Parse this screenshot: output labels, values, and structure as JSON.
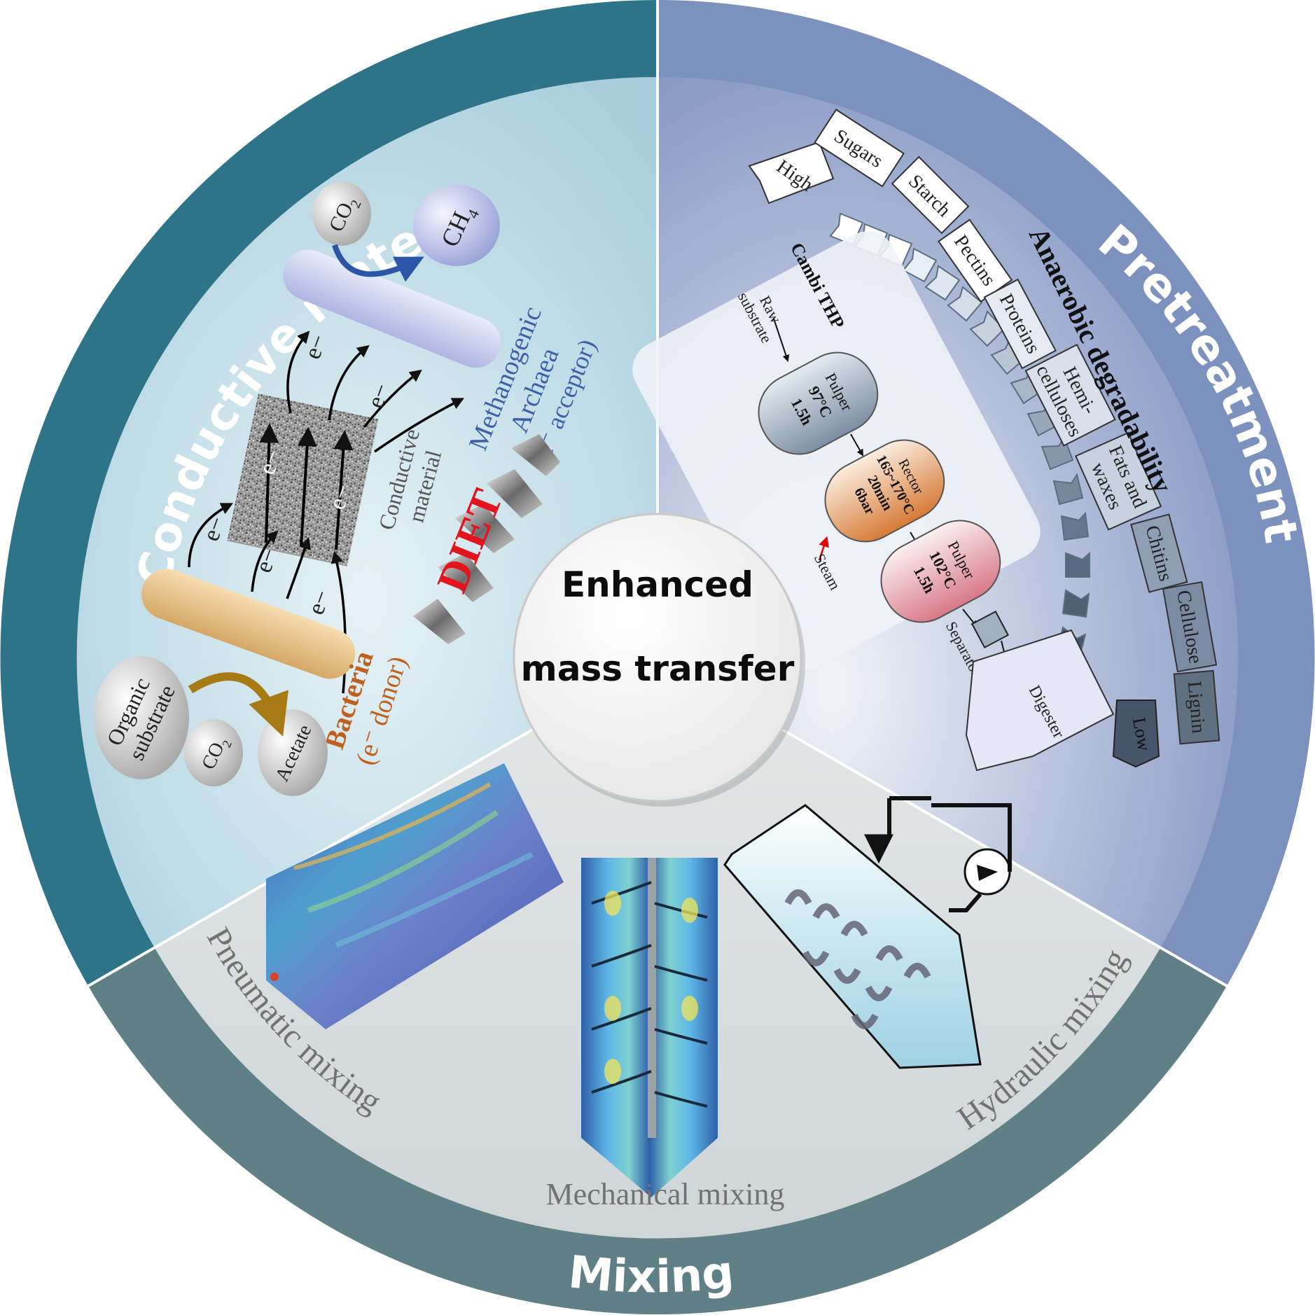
{
  "center": {
    "line1": "Enhanced",
    "line2": "mass transfer"
  },
  "sections": {
    "conductive": {
      "title": "Conductive material",
      "electron": "e−",
      "co2": "CO",
      "co2_sub": "2",
      "ch4": "CH",
      "ch4_sub": "4",
      "archaea_line1": "Methanogenic",
      "archaea_line2": "Archaea",
      "archaea_line3": "(e⁻ acceptor)",
      "material_line1": "Conductive",
      "material_line2": "material",
      "diet": "DIET",
      "bacteria_line1": "Bacteria",
      "bacteria_line2": "(e⁻ donor)",
      "organic_line1": "Organic",
      "organic_line2": "substrate",
      "acetate": "Acetate"
    },
    "pretreatment": {
      "title": "Pretreatment",
      "degradability": "Anaerobic degradability",
      "high": "High",
      "low": "Low",
      "substances": [
        "Sugars",
        "Starch",
        "Pectins",
        "Proteins",
        "Hemi-",
        "celluloses",
        "Fats and",
        "waxes",
        "Chitins",
        "Cellulose",
        "Lignin"
      ],
      "cambi": {
        "title": "Cambi THP",
        "raw_line1": "Raw",
        "raw_line2": "substrate",
        "pulper1": [
          "Pulper",
          "97°C",
          "1.5h"
        ],
        "rector": [
          "Rector",
          "165~170°C",
          "20min",
          "6bar"
        ],
        "steam": "Steam",
        "pulper2": [
          "Pulper",
          "102°C",
          "1.5h"
        ],
        "separator": "Separator",
        "digester": "Digester"
      }
    },
    "mixing": {
      "title": "Mixing",
      "pneumatic": "Pneumatic mixing",
      "mechanical": "Mechanical mixing",
      "hydraulic": "Hydraulic mixing"
    }
  },
  "colors": {
    "teal_ring": "#2e7489",
    "blue_ring": "#7d91be",
    "gray_ring": "#5e8086",
    "conductive_bg": "#cfe6ef",
    "pretreat_bg": "#9fb1d6",
    "mixing_bg": "#dde2e4",
    "diet_red": "#e3141e",
    "bacteria_orange": "#c0601e",
    "archaea_blue": "#3d61a8"
  }
}
